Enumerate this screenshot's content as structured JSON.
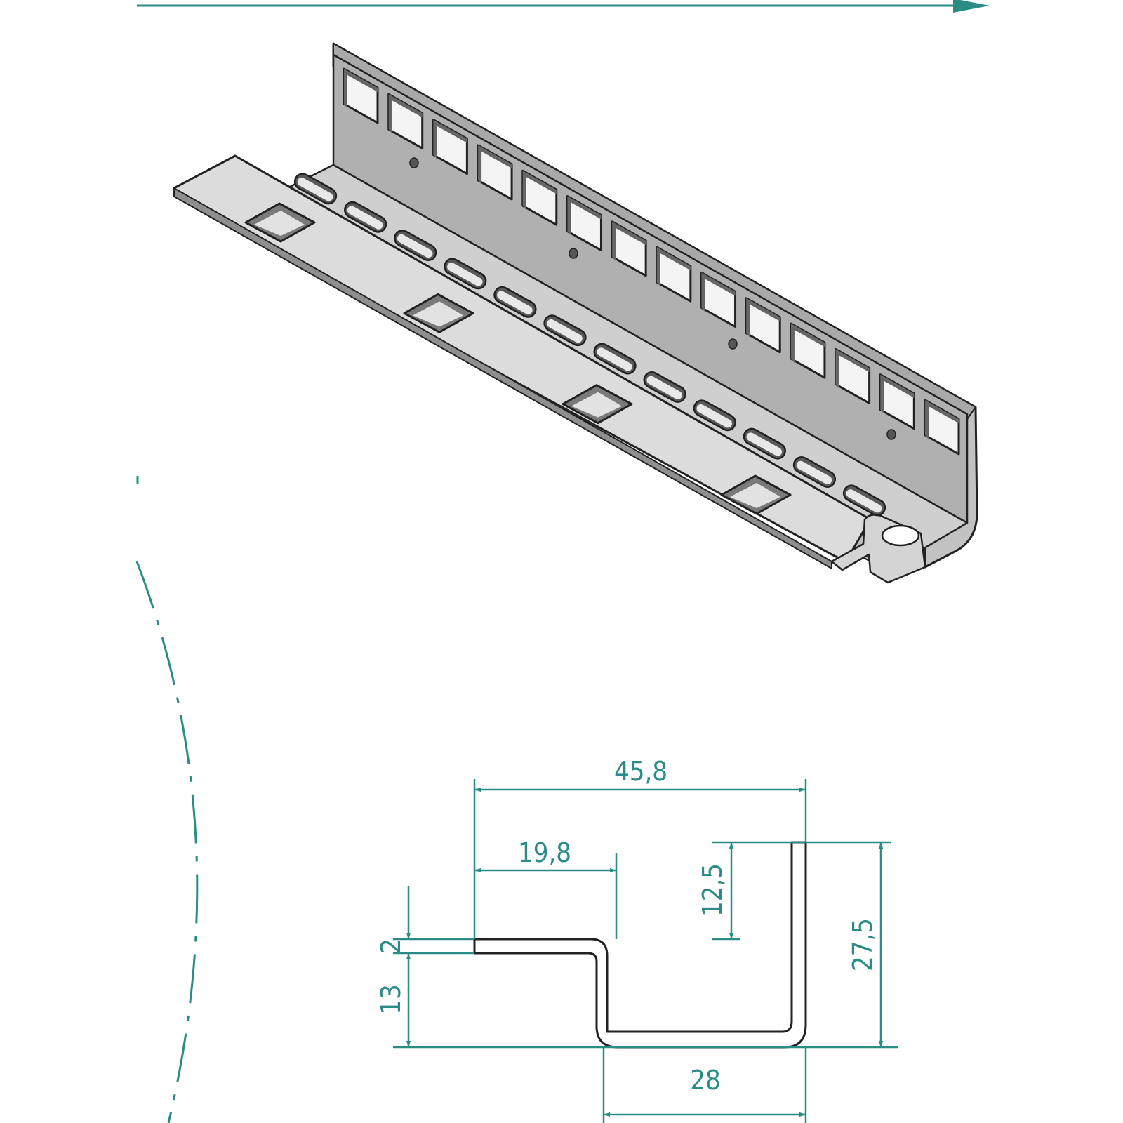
{
  "colors": {
    "accent": "#2a8c85",
    "outline": "#222222",
    "metal_light": "#d9d9d9",
    "metal_mid": "#b8b8b8",
    "metal_dark": "#9c9c9c",
    "background": "#ffffff"
  },
  "isometric_view": {
    "object": "rack mounting rail",
    "square_holes_vertical_flange": 14,
    "slots_bottom": 12,
    "square_holes_front_flange": 4
  },
  "profile": {
    "overall_width": "45,8",
    "front_flange_width": "19,8",
    "rear_flange_height": "12,5",
    "overall_height": "27,5",
    "thickness": "2",
    "step_height": "13",
    "channel_width": "28"
  }
}
